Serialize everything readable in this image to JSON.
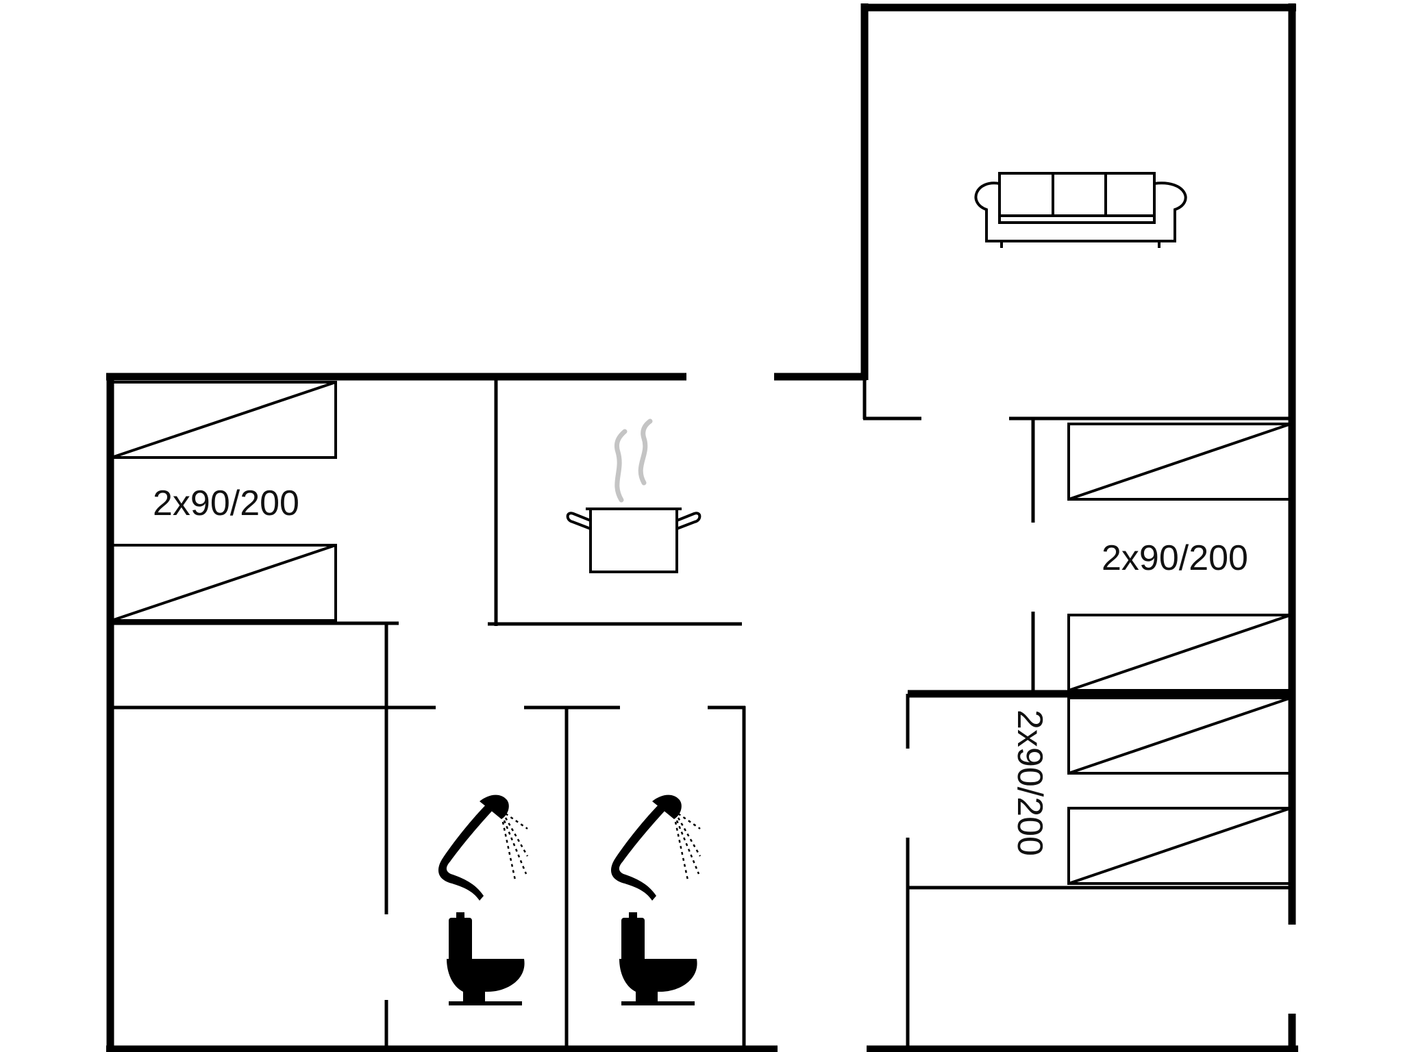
{
  "floorplan": {
    "labels": {
      "bedroom_left_beds": "2x90/200",
      "bedroom_right_upper_beds": "2x90/200",
      "bedroom_right_lower_beds": "2x90/200"
    },
    "icons": [
      "sofa-icon",
      "cooking-pot-icon",
      "shower-icon",
      "toilet-icon"
    ],
    "colors": {
      "walls": "#000000",
      "steam": "#c4c4c4",
      "background": "#ffffff"
    }
  }
}
